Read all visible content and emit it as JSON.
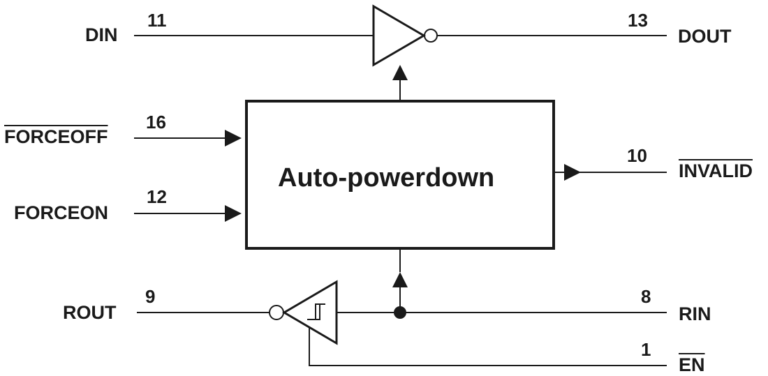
{
  "block": {
    "title": "Auto-powerdown"
  },
  "signals": {
    "din": {
      "name": "DIN",
      "pin": "11"
    },
    "dout": {
      "name": "DOUT",
      "pin": "13"
    },
    "forceoff": {
      "name": "FORCEOFF",
      "pin": "16"
    },
    "forceon": {
      "name": "FORCEON",
      "pin": "12"
    },
    "invalid": {
      "name": "INVALID",
      "pin": "10"
    },
    "rout": {
      "name": "ROUT",
      "pin": "9"
    },
    "rin": {
      "name": "RIN",
      "pin": "8"
    },
    "en": {
      "name": "EN",
      "pin": "1"
    }
  }
}
